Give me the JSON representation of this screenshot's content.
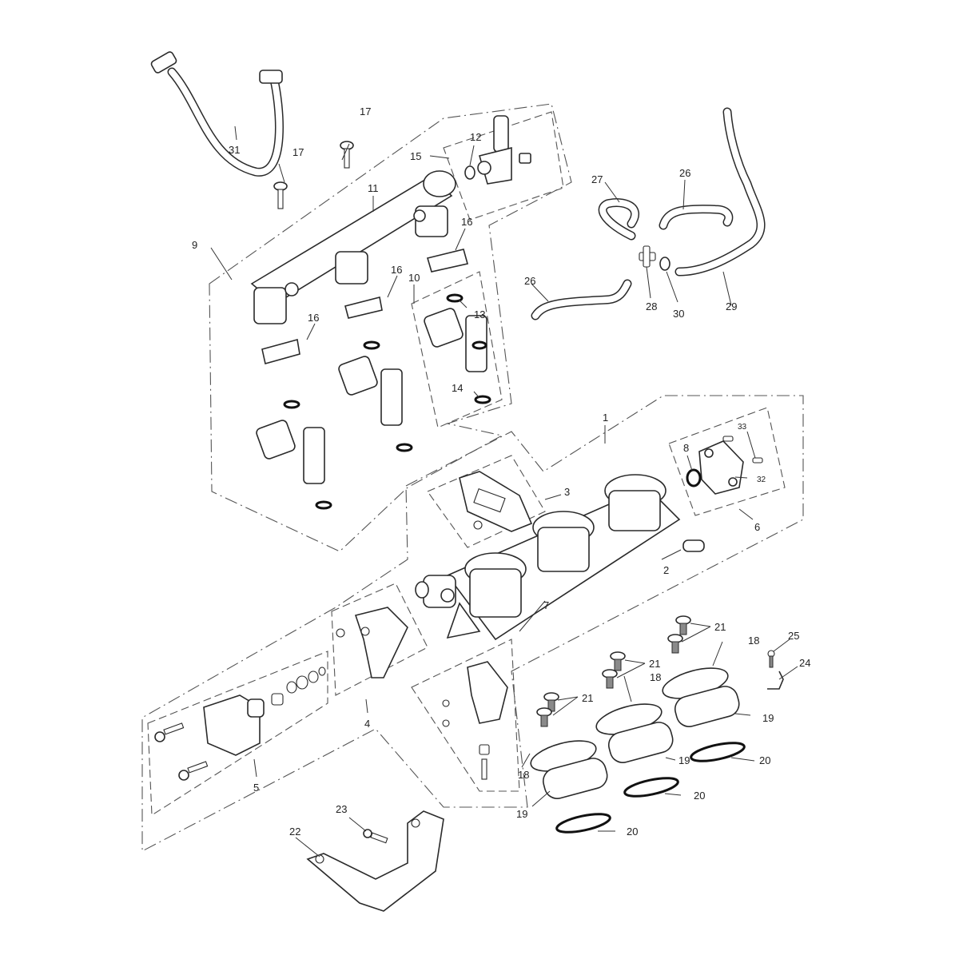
{
  "diagram": {
    "type": "exploded-parts-diagram",
    "callouts": {
      "c1": "1",
      "c2": "2",
      "c3": "3",
      "c4": "4",
      "c5": "5",
      "c6": "6",
      "c7": "7",
      "c8": "8",
      "c9": "9",
      "c10": "10",
      "c11": "11",
      "c12": "12",
      "c13": "13",
      "c14": "14",
      "c15": "15",
      "c16a": "16",
      "c16b": "16",
      "c16c": "16",
      "c17a": "17",
      "c17b": "17",
      "c18a": "18",
      "c18b": "18",
      "c18c": "18",
      "c19a": "19",
      "c19b": "19",
      "c19c": "19",
      "c20a": "20",
      "c20b": "20",
      "c20c": "20",
      "c21a": "21",
      "c21b": "21",
      "c21c": "21",
      "c22": "22",
      "c23": "23",
      "c24": "24",
      "c25": "25",
      "c26a": "26",
      "c26b": "26",
      "c27": "27",
      "c28": "28",
      "c29": "29",
      "c30": "30",
      "c31": "31",
      "c32": "32",
      "c33": "33"
    },
    "colors": {
      "line": "#2a2a2a",
      "background": "#ffffff",
      "group_outline": "#555555"
    }
  }
}
